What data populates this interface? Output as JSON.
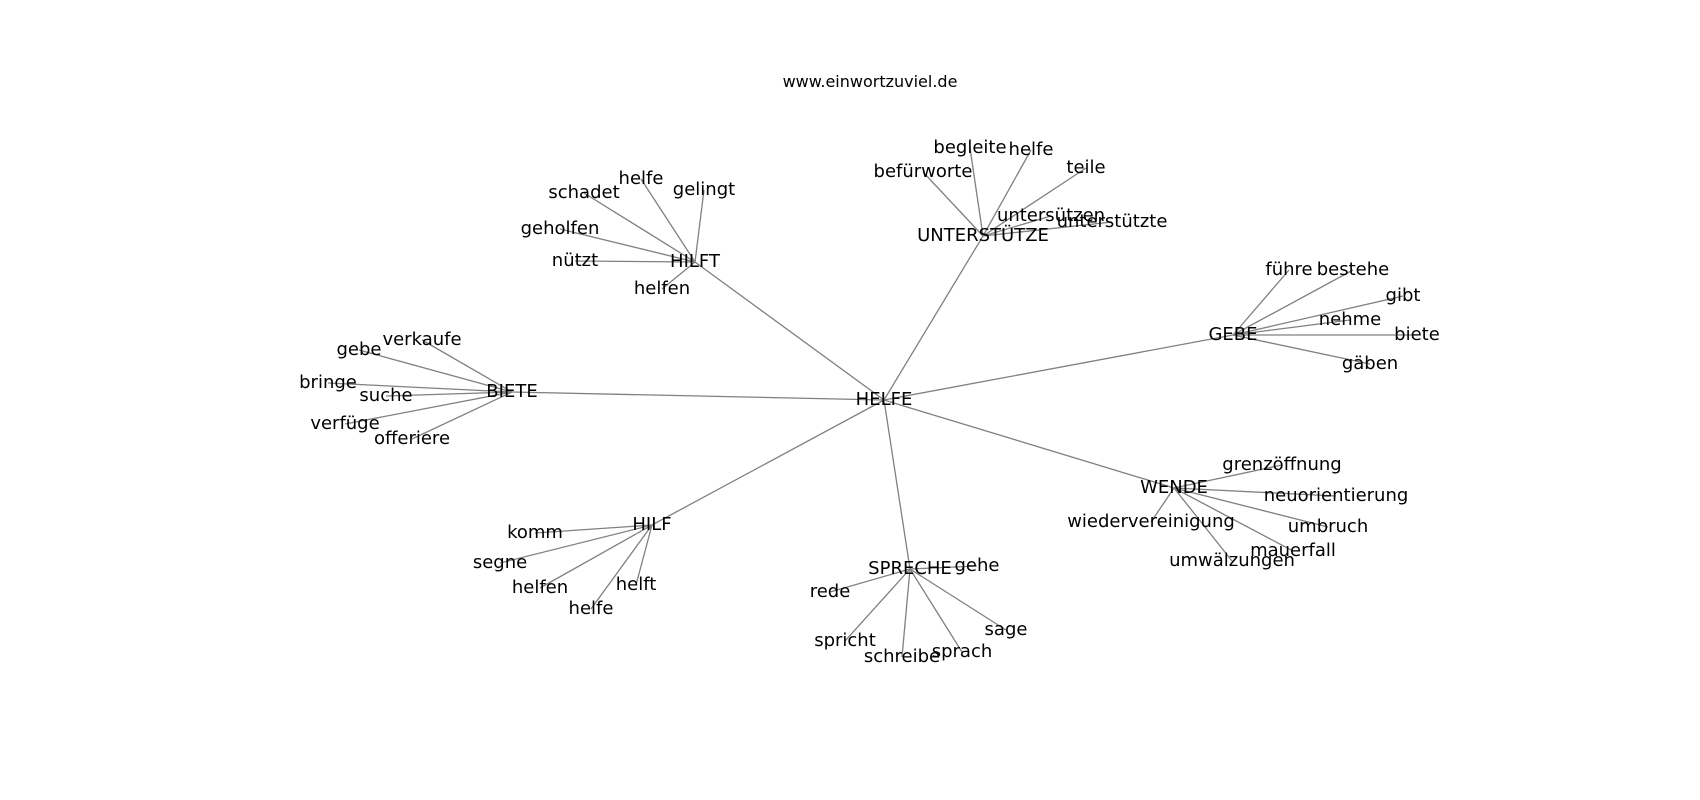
{
  "title": "www.einwortzuviel.de",
  "graph": {
    "root": "HELFE",
    "groups": [
      {
        "hub": "HILFT",
        "leaves": [
          "schadet",
          "helfe",
          "gelingt",
          "geholfen",
          "nützt",
          "helfen"
        ]
      },
      {
        "hub": "UNTERSTÜTZE",
        "leaves": [
          "begleite",
          "helfe",
          "befürworte",
          "teile",
          "untersützen",
          "unterstützte"
        ]
      },
      {
        "hub": "GEBE",
        "leaves": [
          "führe",
          "bestehe",
          "gibt",
          "nehme",
          "biete",
          "gäben"
        ]
      },
      {
        "hub": "BIETE",
        "leaves": [
          "verkaufe",
          "gebe",
          "bringe",
          "suche",
          "verfüge",
          "offeriere"
        ]
      },
      {
        "hub": "WENDE",
        "leaves": [
          "grenzöffnung",
          "neuorientierung",
          "wiedervereinigung",
          "umbruch",
          "mauerfall",
          "umwälzungen"
        ]
      },
      {
        "hub": "HILF",
        "leaves": [
          "komm",
          "segne",
          "helfen",
          "helft",
          "helfe"
        ]
      },
      {
        "hub": "SPRECHE",
        "leaves": [
          "gehe",
          "rede",
          "sage",
          "spricht",
          "schreibe",
          "sprach"
        ]
      }
    ]
  }
}
